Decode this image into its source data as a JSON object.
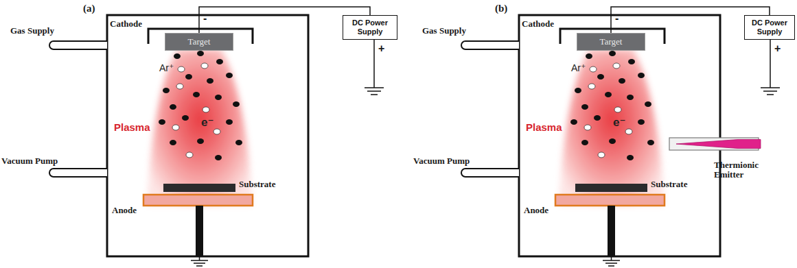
{
  "diagram": {
    "nodes": [
      {
        "text": [
          "Target"
        ]
      },
      {
        "text": [
          "DC Power Supply"
        ]
      },
      {
        "text": [
          "Target"
        ]
      },
      {
        "text": [
          "DC Power Supply"
        ]
      }
    ],
    "edges": [
      {
        "from": 0,
        "to": 1,
        "arrow": "none"
      },
      {
        "from": 2,
        "to": 3,
        "arrow": "none"
      }
    ],
    "labels": [
      "(a)",
      "Gas Supply",
      "Cathode",
      "-",
      "+",
      "Plasma",
      "Ar⁺",
      "e⁻",
      "Vacuum Pump",
      "Substrate",
      "Anode",
      "(b)",
      "Gas Supply",
      "Cathode",
      "-",
      "+",
      "Plasma",
      "Ar⁺",
      "e⁻",
      "Vacuum Pump",
      "Thermionic Emitter",
      "Substrate",
      "Anode"
    ]
  }
}
